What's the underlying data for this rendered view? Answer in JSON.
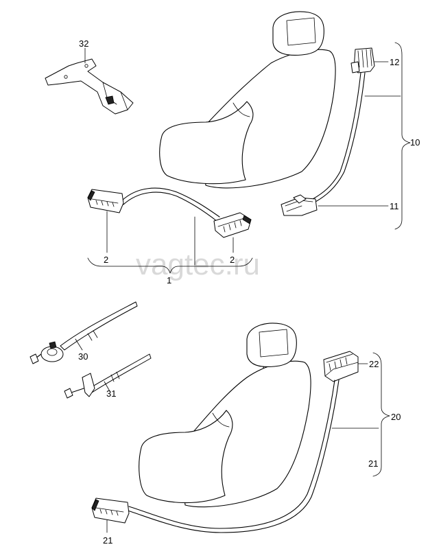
{
  "watermark": "vagtec.ru",
  "callouts": {
    "c32": "32",
    "c12": "12",
    "c10": "10",
    "c11": "11",
    "c2a": "2",
    "c2b": "2",
    "c1": "1",
    "c30": "30",
    "c31": "31",
    "c22": "22",
    "c20": "20",
    "c21a": "21",
    "c21b": "21"
  }
}
